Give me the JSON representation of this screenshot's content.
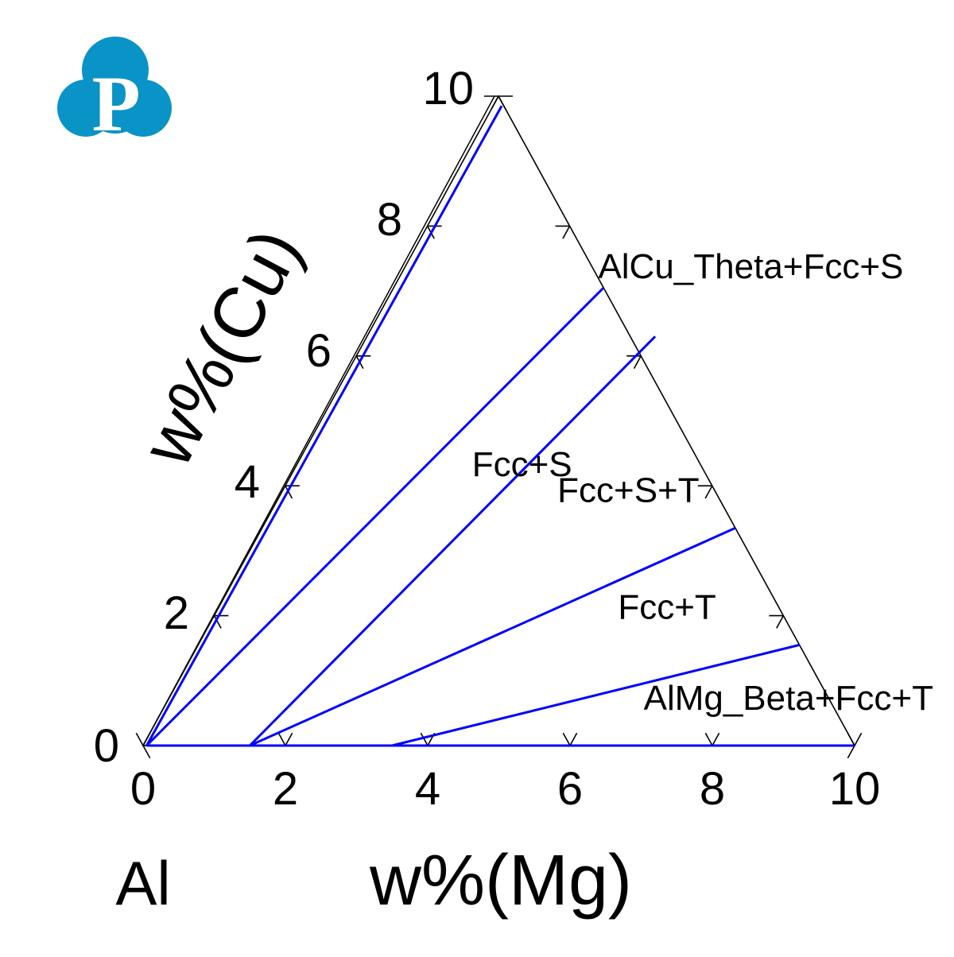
{
  "logo": {
    "letter": "P",
    "color": "#0a93c6"
  },
  "chart_data": {
    "type": "ternary-isothermal-section",
    "components": {
      "base": "Al",
      "x": "Mg",
      "y": "Cu"
    },
    "xlabel": "w%(Mg)",
    "ylabel": "w%(Cu)",
    "corner_label": "Al",
    "xlim": [
      0,
      10
    ],
    "ylim": [
      0,
      10
    ],
    "ticks": {
      "x": [
        0,
        2,
        4,
        6,
        8,
        10
      ],
      "y": [
        0,
        2,
        4,
        6,
        8,
        10
      ]
    },
    "boundary_color": "#0000ff",
    "frame_color": "#000000",
    "boundaries": [
      {
        "points": [
          [
            0.05,
            0
          ],
          [
            0.12,
            9.85
          ]
        ]
      },
      {
        "points": [
          [
            0.05,
            0
          ],
          [
            2.95,
            7.05
          ]
        ]
      },
      {
        "points": [
          [
            1.5,
            0
          ],
          [
            4.05,
            6.3
          ]
        ]
      },
      {
        "points": [
          [
            1.5,
            0
          ],
          [
            6.65,
            3.35
          ]
        ]
      },
      {
        "points": [
          [
            3.5,
            0
          ],
          [
            8.45,
            1.55
          ]
        ]
      },
      {
        "points": [
          [
            0.05,
            0
          ],
          [
            10,
            0
          ]
        ]
      }
    ],
    "phase_labels": [
      {
        "text": "AlCu_Theta+Fcc+S",
        "x": 2.8,
        "y": 7.2
      },
      {
        "text": "Fcc+S",
        "x": 2.55,
        "y": 4.15
      },
      {
        "text": "Fcc+S+T",
        "x": 3.95,
        "y": 3.75
      },
      {
        "text": "Fcc+T",
        "x": 5.7,
        "y": 1.95
      },
      {
        "text": "AlMg_Beta+Fcc+T",
        "x": 6.76,
        "y": 0.55
      }
    ]
  }
}
